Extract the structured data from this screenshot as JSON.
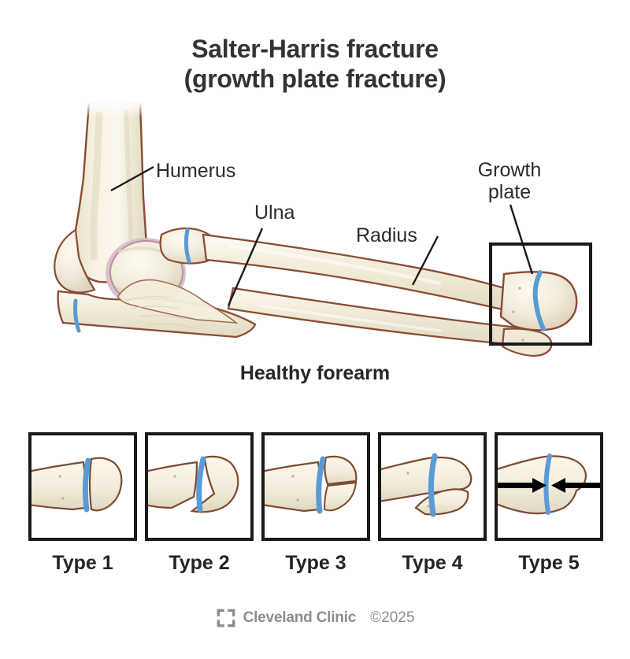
{
  "title": {
    "line1": "Salter-Harris fracture",
    "line2": "(growth plate fracture)"
  },
  "figure": {
    "caption": "Healthy forearm",
    "labels": {
      "humerus": "Humerus",
      "ulna": "Ulna",
      "radius": "Radius",
      "growth_plate": "Growth plate"
    }
  },
  "colors": {
    "bone_fill": "#f3ecd9",
    "bone_fill_light": "#fbf7ec",
    "bone_outline": "#8a4b33",
    "growth_plate_blue": "#5b9bd5",
    "cartilage": "#d8bcc8",
    "frame_black": "#1a1a1a",
    "title_gray": "#333333",
    "logo_gray": "#8a8d8f"
  },
  "panels": [
    {
      "label": "Type 1",
      "fracture": "separation-through-growth-plate"
    },
    {
      "label": "Type 2",
      "fracture": "growth-plate-and-metaphysis"
    },
    {
      "label": "Type 3",
      "fracture": "growth-plate-and-epiphysis"
    },
    {
      "label": "Type 4",
      "fracture": "through-epiphysis-plate-metaphysis"
    },
    {
      "label": "Type 5",
      "fracture": "compression-of-growth-plate"
    }
  ],
  "footer": {
    "brand": "Cleveland Clinic",
    "copyright": "©2025"
  }
}
